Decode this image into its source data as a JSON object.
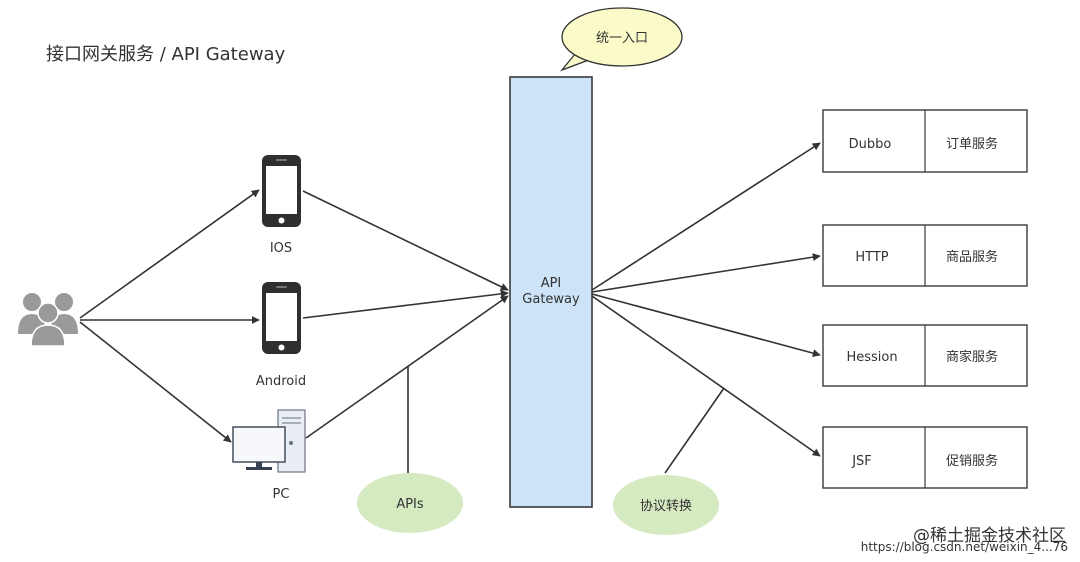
{
  "title": "接口网关服务 / API Gateway",
  "callout": "统一入口",
  "gateway": {
    "line1": "API",
    "line2": "Gateway"
  },
  "clients": [
    {
      "label": "IOS",
      "icon": "smartphone-icon"
    },
    {
      "label": "Android",
      "icon": "smartphone-icon"
    },
    {
      "label": "PC",
      "icon": "desktop-computer-icon"
    }
  ],
  "users_icon": "user-group-icon",
  "apis_label": "APIs",
  "protocol_label": "协议转换",
  "services": [
    {
      "protocol": "Dubbo",
      "name": "订单服务"
    },
    {
      "protocol": "HTTP",
      "name": "商品服务"
    },
    {
      "protocol": "Hession",
      "name": "商家服务"
    },
    {
      "protocol": "JSF",
      "name": "促销服务"
    }
  ],
  "watermark": {
    "main": "@稀土掘金技术社区",
    "sub": "https://blog.csdn.net/weixin_4...76"
  },
  "colors": {
    "gateway_fill": "#cce3f8",
    "gateway_stroke": "#3a3a3a",
    "callout_fill": "#fbfbc9",
    "bubble_fill": "#d6eac1",
    "icon_dark": "#2f2f2f",
    "users_gray": "#9a9a9a"
  }
}
